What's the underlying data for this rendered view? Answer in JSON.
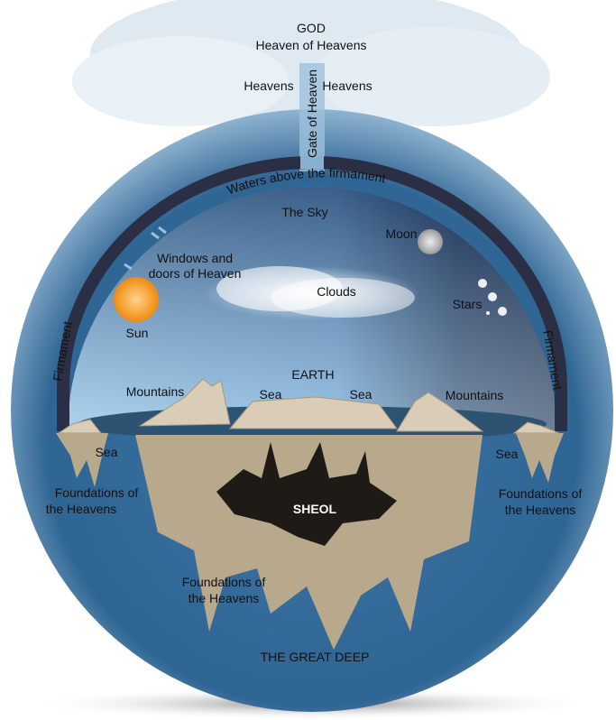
{
  "labels": {
    "god": "GOD",
    "heaven_of_heavens": "Heaven of Heavens",
    "heavens_left": "Heavens",
    "heavens_right": "Heavens",
    "gate_of_heaven": "Gate of Heaven",
    "waters_above": "Waters above the firmament",
    "the_sky": "The Sky",
    "moon": "Moon",
    "windows_line1": "Windows and",
    "windows_line2": "doors of Heaven",
    "clouds": "Clouds",
    "stars": "Stars",
    "sun": "Sun",
    "firmament_left": "Firmament",
    "firmament_right": "Firmament",
    "earth": "EARTH",
    "mountains_left": "Mountains",
    "mountains_right": "Mountains",
    "sea_center_left": "Sea",
    "sea_center_right": "Sea",
    "sea_left": "Sea",
    "sea_right": "Sea",
    "foundations_left_1": "Foundations of",
    "foundations_left_2": "the Heavens",
    "foundations_right_1": "Foundations of",
    "foundations_right_2": "the Heavens",
    "foundations_center_1": "Foundations of",
    "foundations_center_2": "the Heavens",
    "sheol": "SHEOL",
    "great_deep": "THE GREAT DEEP"
  },
  "colors": {
    "deep": "#2f5f8a",
    "firmament": "#2a2f45",
    "earth": "#b8a88c",
    "sun": "#f39a1c"
  }
}
